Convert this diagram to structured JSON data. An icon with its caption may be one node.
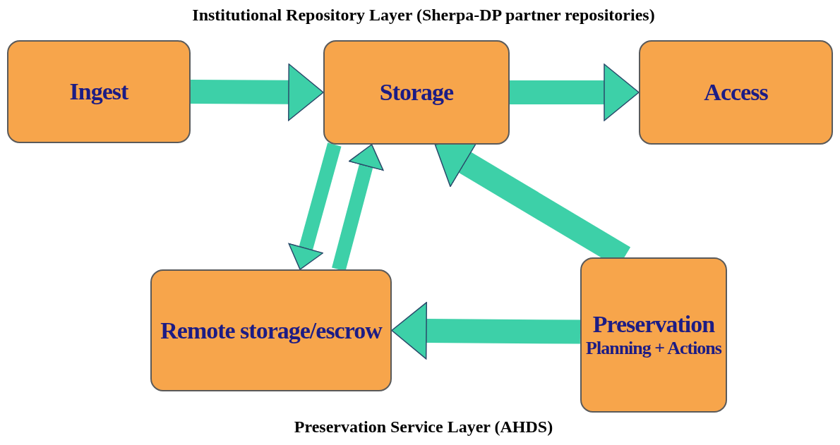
{
  "diagram": {
    "nodes": [
      {
        "text": [
          "Ingest"
        ]
      },
      {
        "text": [
          "Storage"
        ]
      },
      {
        "text": [
          "Access"
        ]
      },
      {
        "text": [
          "Remote storage/escrow"
        ]
      },
      {
        "text": [
          "Preservation",
          "Planning + Actions"
        ]
      }
    ],
    "edges": [
      {
        "from": 0,
        "to": 1,
        "arrow": "to"
      },
      {
        "from": 1,
        "to": 2,
        "arrow": "to"
      },
      {
        "from": 3,
        "to": 1,
        "arrow": "to"
      },
      {
        "from": 1,
        "to": 3,
        "arrow": "to"
      },
      {
        "from": 4,
        "to": 1,
        "arrow": "to"
      },
      {
        "from": 4,
        "to": 3,
        "arrow": "to"
      }
    ],
    "labels": [
      "Institutional Repository Layer (Sherpa-DP partner repositories)",
      "Preservation Service Layer (AHDS)"
    ]
  }
}
